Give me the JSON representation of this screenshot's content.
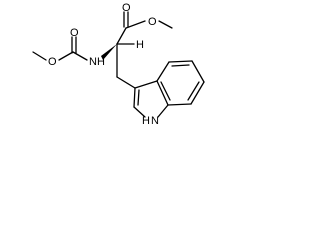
{
  "molecule": {
    "atoms": {
      "carbonyl_o_top": "O",
      "ester_o": "O",
      "amide_n": "N",
      "amide_h": "H",
      "chiral_h": "H",
      "carbamate_o_dbl": "O",
      "carbamate_o": "O",
      "indole_n": "N",
      "indole_h": "H"
    }
  }
}
